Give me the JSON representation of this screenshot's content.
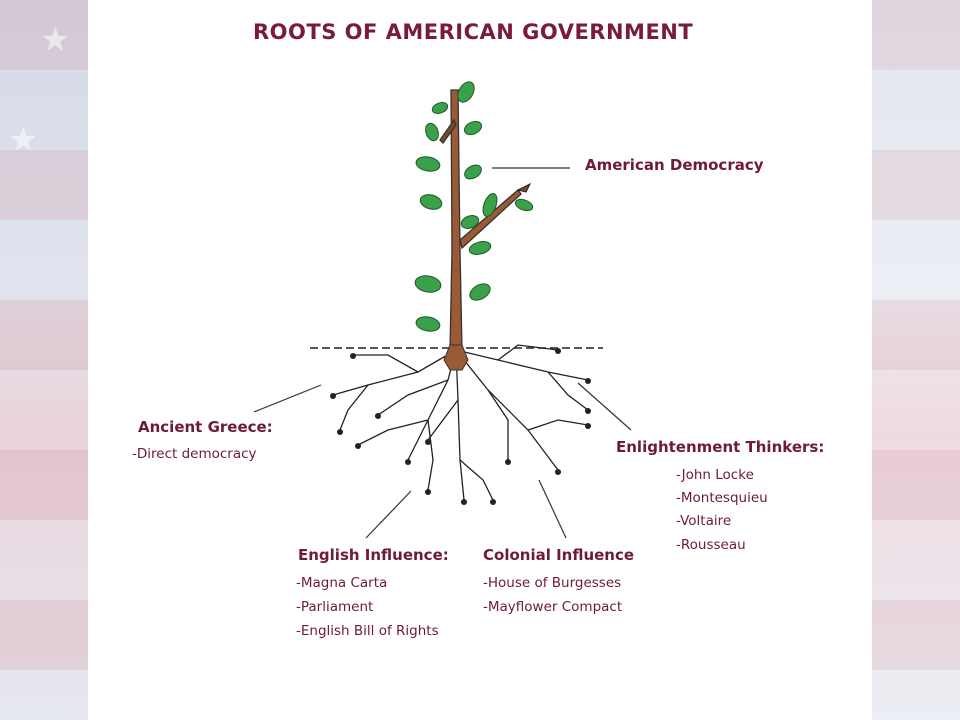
{
  "title": "ROOTS OF AMERICAN GOVERNMENT",
  "tree_label": "American Democracy",
  "roots": [
    {
      "heading": "Ancient Greece:",
      "items": [
        "-Direct democracy"
      ]
    },
    {
      "heading": "English Influence:",
      "items": [
        "-Magna Carta",
        "-Parliament",
        "-English Bill of Rights"
      ]
    },
    {
      "heading": "Colonial Influence",
      "items": [
        "-House of Burgesses",
        "-Mayflower Compact"
      ]
    },
    {
      "heading": "Enlightenment Thinkers:",
      "items": [
        "-John Locke",
        "-Montesquieu",
        "-Voltaire",
        "-Rousseau"
      ]
    }
  ],
  "colors": {
    "text": "#6e1a38",
    "leaf": "#3aa04a",
    "root": "#8a4a2a"
  },
  "icons": [
    "tree-icon",
    "leaf-icon",
    "root-icon"
  ]
}
